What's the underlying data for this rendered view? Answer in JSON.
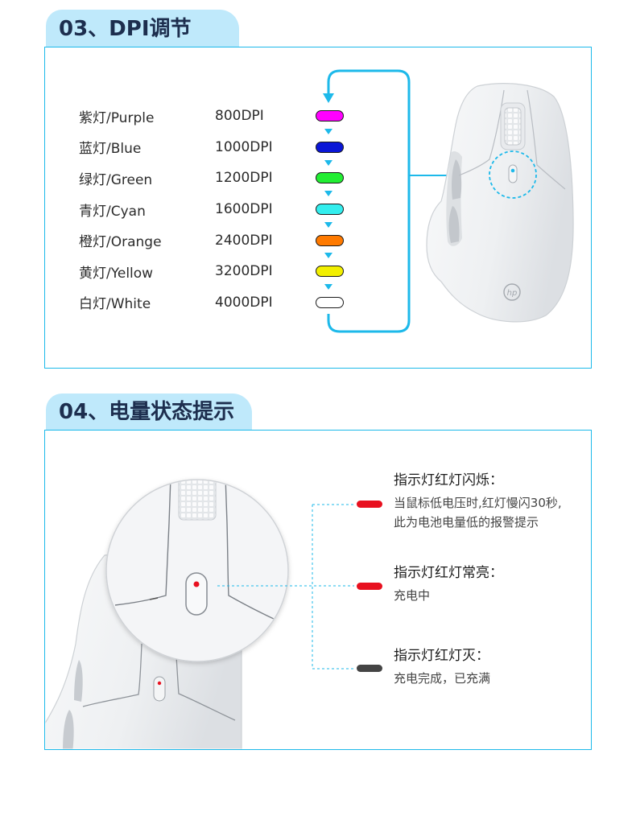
{
  "theme": {
    "accent": "#1db9ea",
    "tab_bg": "#bfe9fb",
    "title_color": "#1d2e4e"
  },
  "dpi_section": {
    "title": "03、DPI调节",
    "levels": [
      {
        "label": "紫灯/Purple",
        "dpi": "800DPI",
        "color": "#ff00ff"
      },
      {
        "label": "蓝灯/Blue",
        "dpi": "1000DPI",
        "color": "#0a16d6"
      },
      {
        "label": "绿灯/Green",
        "dpi": "1200DPI",
        "color": "#22ee33"
      },
      {
        "label": "青灯/Cyan",
        "dpi": "1600DPI",
        "color": "#33eeee"
      },
      {
        "label": "橙灯/Orange",
        "dpi": "2400DPI",
        "color": "#ff7a00"
      },
      {
        "label": "黄灯/Yellow",
        "dpi": "3200DPI",
        "color": "#f2ef00"
      },
      {
        "label": "白灯/White",
        "dpi": "4000DPI",
        "color": "#ffffff"
      }
    ]
  },
  "battery_section": {
    "title": "04、电量状态提示",
    "states": [
      {
        "title": "指示灯红灯闪烁：",
        "lines": [
          "当鼠标低电压时,红灯慢闪30秒,",
          "此为电池电量低的报警提示"
        ],
        "color": "#e8101f"
      },
      {
        "title": "指示灯红灯常亮：",
        "lines": [
          "充电中"
        ],
        "color": "#e8101f"
      },
      {
        "title": "指示灯红灯灭：",
        "lines": [
          "充电完成，已充满"
        ],
        "color": "#444444"
      }
    ]
  },
  "mouse": {
    "logo_text": "hp",
    "dpi_dot_color": "#1db9ea",
    "indicator_dot_color": "#e8101f"
  }
}
